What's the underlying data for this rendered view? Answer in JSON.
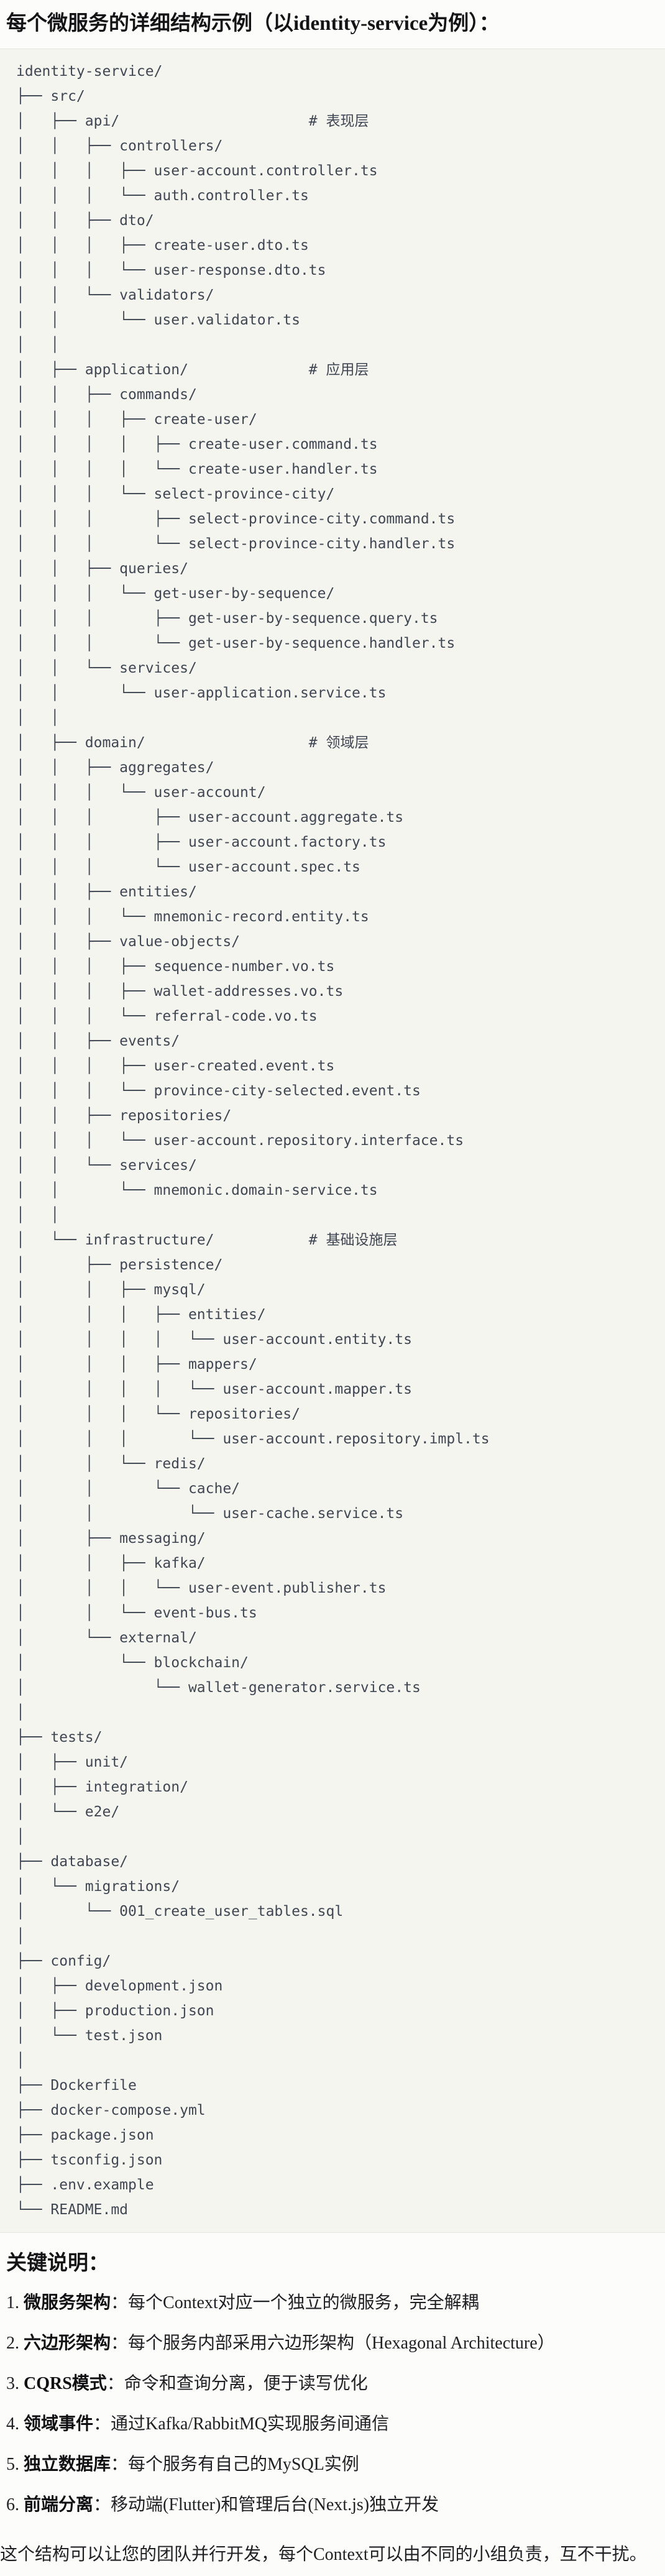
{
  "title": "每个微服务的详细结构示例（以identity-service为例）：",
  "tree": {
    "lines": [
      "identity-service/",
      "├── src/",
      "│   ├── api/                      # 表现层",
      "│   │   ├── controllers/",
      "│   │   │   ├── user-account.controller.ts",
      "│   │   │   └── auth.controller.ts",
      "│   │   ├── dto/",
      "│   │   │   ├── create-user.dto.ts",
      "│   │   │   └── user-response.dto.ts",
      "│   │   └── validators/",
      "│   │       └── user.validator.ts",
      "│   │",
      "│   ├── application/              # 应用层",
      "│   │   ├── commands/",
      "│   │   │   ├── create-user/",
      "│   │   │   │   ├── create-user.command.ts",
      "│   │   │   │   └── create-user.handler.ts",
      "│   │   │   └── select-province-city/",
      "│   │   │       ├── select-province-city.command.ts",
      "│   │   │       └── select-province-city.handler.ts",
      "│   │   ├── queries/",
      "│   │   │   └── get-user-by-sequence/",
      "│   │   │       ├── get-user-by-sequence.query.ts",
      "│   │   │       └── get-user-by-sequence.handler.ts",
      "│   │   └── services/",
      "│   │       └── user-application.service.ts",
      "│   │",
      "│   ├── domain/                   # 领域层",
      "│   │   ├── aggregates/",
      "│   │   │   └── user-account/",
      "│   │   │       ├── user-account.aggregate.ts",
      "│   │   │       ├── user-account.factory.ts",
      "│   │   │       └── user-account.spec.ts",
      "│   │   ├── entities/",
      "│   │   │   └── mnemonic-record.entity.ts",
      "│   │   ├── value-objects/",
      "│   │   │   ├── sequence-number.vo.ts",
      "│   │   │   ├── wallet-addresses.vo.ts",
      "│   │   │   └── referral-code.vo.ts",
      "│   │   ├── events/",
      "│   │   │   ├── user-created.event.ts",
      "│   │   │   └── province-city-selected.event.ts",
      "│   │   ├── repositories/",
      "│   │   │   └── user-account.repository.interface.ts",
      "│   │   └── services/",
      "│   │       └── mnemonic.domain-service.ts",
      "│   │",
      "│   └── infrastructure/           # 基础设施层",
      "│       ├── persistence/",
      "│       │   ├── mysql/",
      "│       │   │   ├── entities/",
      "│       │   │   │   └── user-account.entity.ts",
      "│       │   │   ├── mappers/",
      "│       │   │   │   └── user-account.mapper.ts",
      "│       │   │   └── repositories/",
      "│       │   │       └── user-account.repository.impl.ts",
      "│       │   └── redis/",
      "│       │       └── cache/",
      "│       │           └── user-cache.service.ts",
      "│       ├── messaging/",
      "│       │   ├── kafka/",
      "│       │   │   └── user-event.publisher.ts",
      "│       │   └── event-bus.ts",
      "│       └── external/",
      "│           └── blockchain/",
      "│               └── wallet-generator.service.ts",
      "│",
      "├── tests/",
      "│   ├── unit/",
      "│   ├── integration/",
      "│   └── e2e/",
      "│",
      "├── database/",
      "│   └── migrations/",
      "│       └── 001_create_user_tables.sql",
      "│",
      "├── config/",
      "│   ├── development.json",
      "│   ├── production.json",
      "│   └── test.json",
      "│",
      "├── Dockerfile",
      "├── docker-compose.yml",
      "├── package.json",
      "├── tsconfig.json",
      "├── .env.example",
      "└── README.md"
    ]
  },
  "notes": {
    "heading": "关键说明：",
    "items": [
      {
        "num": "1.",
        "term": "微服务架构",
        "desc": "：每个Context对应一个独立的微服务，完全解耦"
      },
      {
        "num": "2.",
        "term": "六边形架构",
        "desc": "：每个服务内部采用六边形架构（Hexagonal Architecture）"
      },
      {
        "num": "3.",
        "term": "CQRS模式",
        "desc": "：命令和查询分离，便于读写优化"
      },
      {
        "num": "4.",
        "term": "领域事件",
        "desc": "：通过Kafka/RabbitMQ实现服务间通信"
      },
      {
        "num": "5.",
        "term": "独立数据库",
        "desc": "：每个服务有自己的MySQL实例"
      },
      {
        "num": "6.",
        "term": "前端分离",
        "desc": "：移动端(Flutter)和管理后台(Next.js)独立开发"
      }
    ],
    "footer": "这个结构可以让您的团队并行开发，每个Context可以由不同的小组负责，互不干扰。"
  }
}
